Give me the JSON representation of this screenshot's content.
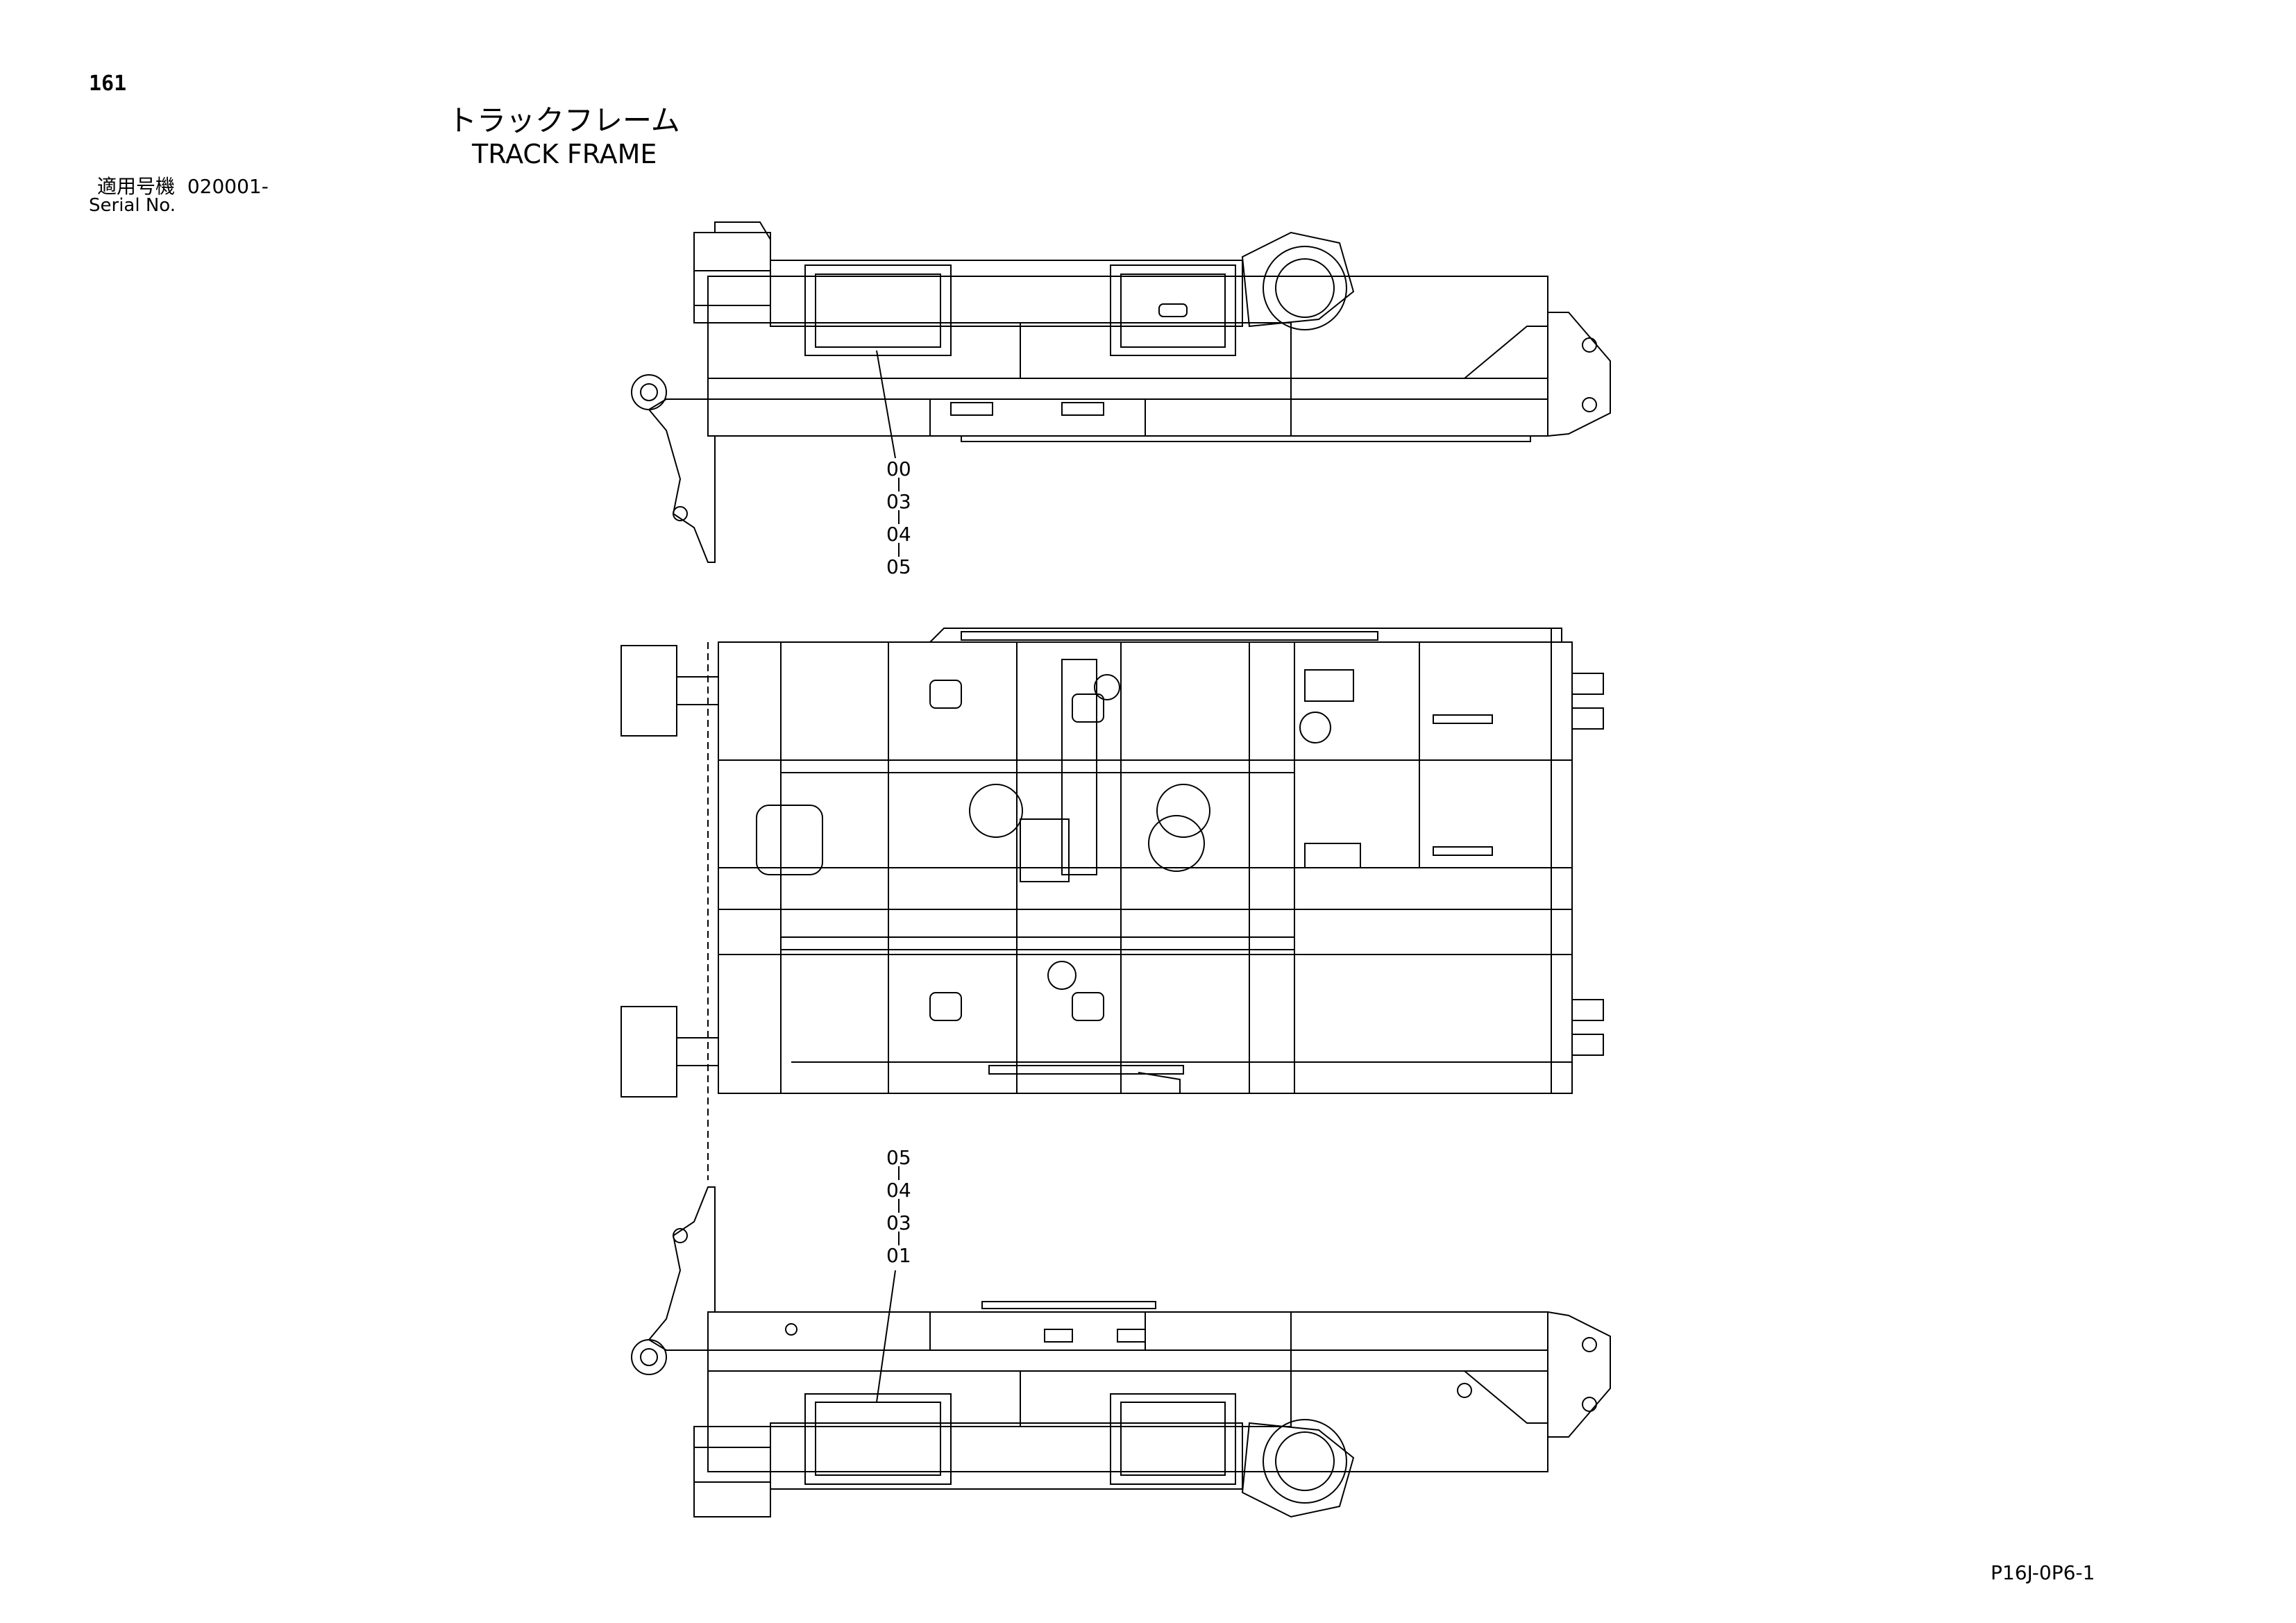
{
  "page_number": "161",
  "title_ja": "トラックフレーム",
  "title_en": "TRACK FRAME",
  "serial_label_ja": "適用号機",
  "serial_value": "020001-",
  "serial_label_en": "Serial No.",
  "document_code": "P16J-0P6-1",
  "callouts": {
    "top": [
      "00",
      "03",
      "04",
      "05"
    ],
    "bottom": [
      "05",
      "04",
      "03",
      "01"
    ]
  }
}
